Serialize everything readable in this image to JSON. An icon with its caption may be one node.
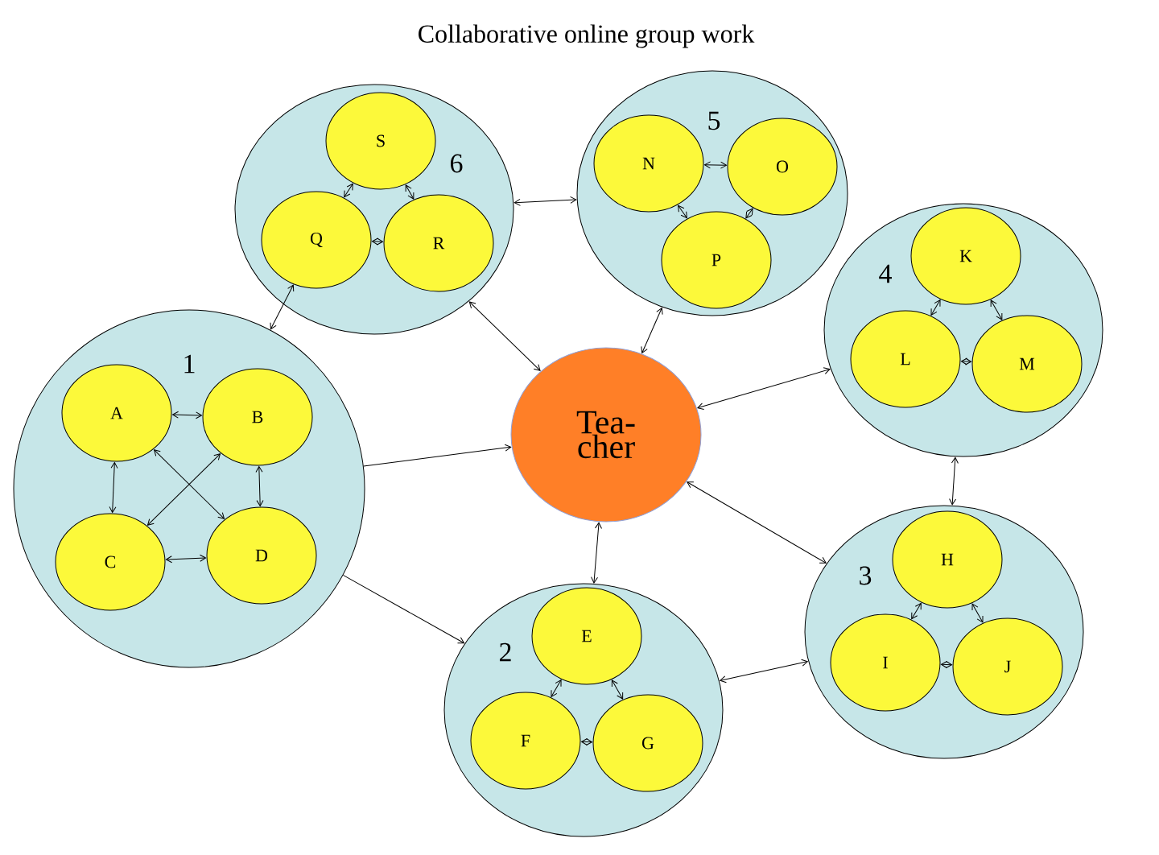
{
  "diagram": {
    "title": "Collaborative online group work",
    "nodes": [
      {
        "text": [
          "6"
        ]
      },
      {
        "text": [
          "S"
        ],
        "in": 0
      },
      {
        "text": [
          "Q"
        ],
        "in": 0
      },
      {
        "text": [
          "R"
        ],
        "in": 0
      },
      {
        "text": [
          "5"
        ]
      },
      {
        "text": [
          "N"
        ],
        "in": 4
      },
      {
        "text": [
          "O"
        ],
        "in": 4
      },
      {
        "text": [
          "P"
        ],
        "in": 4
      },
      {
        "text": [
          "4"
        ]
      },
      {
        "text": [
          "K"
        ],
        "in": 8
      },
      {
        "text": [
          "L"
        ],
        "in": 8
      },
      {
        "text": [
          "M"
        ],
        "in": 8
      },
      {
        "text": [
          "1"
        ]
      },
      {
        "text": [
          "A"
        ],
        "in": 12
      },
      {
        "text": [
          "B"
        ],
        "in": 12
      },
      {
        "text": [
          "C"
        ],
        "in": 12
      },
      {
        "text": [
          "D"
        ],
        "in": 12
      },
      {
        "text": [
          "Tea- cher"
        ]
      },
      {
        "text": [
          "3"
        ]
      },
      {
        "text": [
          "H"
        ],
        "in": 18
      },
      {
        "text": [
          "I"
        ],
        "in": 18
      },
      {
        "text": [
          "J"
        ],
        "in": 18
      },
      {
        "text": [
          "2"
        ]
      },
      {
        "text": [
          "E"
        ],
        "in": 22
      },
      {
        "text": [
          "F"
        ],
        "in": 22
      },
      {
        "text": [
          "G"
        ],
        "in": 22
      }
    ],
    "edges": [
      {
        "from": 13,
        "to": 14,
        "arrow": "both"
      },
      {
        "from": 13,
        "to": 15,
        "arrow": "both"
      },
      {
        "from": 13,
        "to": 16,
        "arrow": "both"
      },
      {
        "from": 14,
        "to": 15,
        "arrow": "both"
      },
      {
        "from": 14,
        "to": 16,
        "arrow": "both"
      },
      {
        "from": 15,
        "to": 16,
        "arrow": "both"
      },
      {
        "from": 1,
        "to": 2,
        "arrow": "both"
      },
      {
        "from": 1,
        "to": 3,
        "arrow": "both"
      },
      {
        "from": 2,
        "to": 3,
        "arrow": "both"
      },
      {
        "from": 5,
        "to": 6,
        "arrow": "both"
      },
      {
        "from": 5,
        "to": 7,
        "arrow": "both"
      },
      {
        "from": 6,
        "to": 7,
        "arrow": "both"
      },
      {
        "from": 9,
        "to": 10,
        "arrow": "both"
      },
      {
        "from": 9,
        "to": 11,
        "arrow": "both"
      },
      {
        "from": 10,
        "to": 11,
        "arrow": "both"
      },
      {
        "from": 19,
        "to": 20,
        "arrow": "both"
      },
      {
        "from": 19,
        "to": 21,
        "arrow": "both"
      },
      {
        "from": 20,
        "to": 21,
        "arrow": "both"
      },
      {
        "from": 23,
        "to": 24,
        "arrow": "both"
      },
      {
        "from": 23,
        "to": 25,
        "arrow": "both"
      },
      {
        "from": 24,
        "to": 25,
        "arrow": "both"
      },
      {
        "from": 12,
        "to": 17,
        "arrow": "to"
      },
      {
        "from": 12,
        "to": 22,
        "arrow": "to"
      },
      {
        "from": 2,
        "to": 12,
        "arrow": "both"
      },
      {
        "from": 0,
        "to": 4,
        "arrow": "both"
      },
      {
        "from": 0,
        "to": 17,
        "arrow": "both"
      },
      {
        "from": 4,
        "to": 17,
        "arrow": "both"
      },
      {
        "from": 17,
        "to": 8,
        "arrow": "both"
      },
      {
        "from": 8,
        "to": 18,
        "arrow": "both"
      },
      {
        "from": 17,
        "to": 18,
        "arrow": "both"
      },
      {
        "from": 17,
        "to": 22,
        "arrow": "both"
      },
      {
        "from": 22,
        "to": 18,
        "arrow": "both"
      }
    ]
  }
}
